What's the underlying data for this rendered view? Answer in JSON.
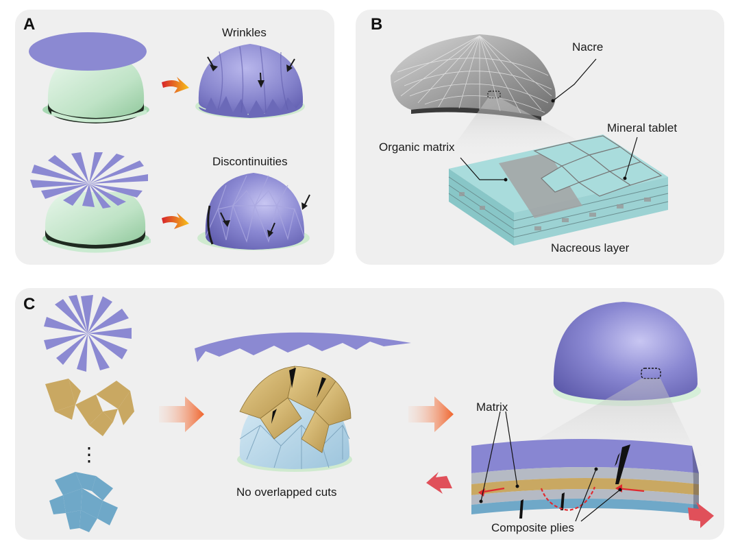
{
  "panels": {
    "a": {
      "label": "A",
      "wrinkles": "Wrinkles",
      "discontinuities": "Discontinuities"
    },
    "b": {
      "label": "B",
      "nacre": "Nacre",
      "mineral_tablet": "Mineral tablet",
      "organic_matrix": "Organic matrix",
      "nacreous_layer": "Nacreous layer"
    },
    "c": {
      "label": "C",
      "ellipsis": "⋮",
      "no_overlapped_cuts": "No overlapped cuts",
      "matrix": "Matrix",
      "composite_plies": "Composite plies"
    }
  },
  "colors": {
    "panel_bg": "#efefef",
    "purple_skin": "#8c8ad0",
    "green_mold": "#cdebd3",
    "gold_petal": "#cfb06a",
    "blue_petal": "#6fa8c8",
    "tablet": "#a9dcdc",
    "arrow_orange": "#f26a2e",
    "arrow_red": "#e0505a"
  }
}
